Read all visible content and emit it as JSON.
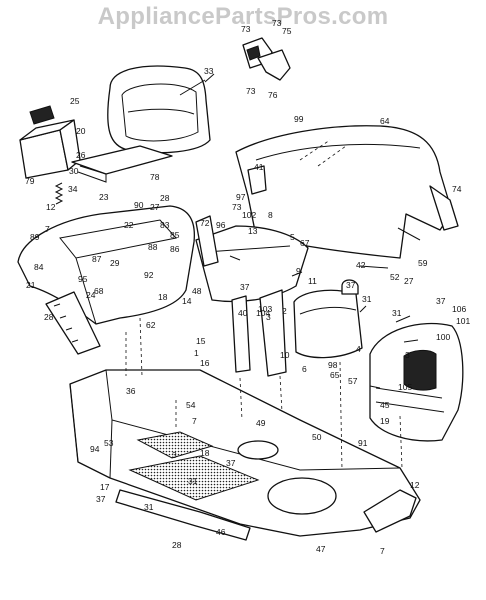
{
  "watermark": "AppliancePartsPros.com",
  "callouts": [
    "73",
    "73",
    "75",
    "73",
    "76",
    "33",
    "25",
    "20",
    "26",
    "30",
    "78",
    "79",
    "34",
    "12",
    "28",
    "7",
    "23",
    "27",
    "22",
    "89",
    "85",
    "86",
    "88",
    "90",
    "83",
    "84",
    "87",
    "29",
    "92",
    "95",
    "68",
    "24",
    "21",
    "28",
    "18",
    "14",
    "62",
    "48",
    "99",
    "64",
    "41",
    "74",
    "97",
    "73",
    "102",
    "8",
    "13",
    "72",
    "96",
    "5",
    "67",
    "9",
    "11",
    "37",
    "31",
    "37",
    "103",
    "3",
    "40",
    "104",
    "2",
    "15",
    "1",
    "16",
    "10",
    "6",
    "4",
    "98",
    "65",
    "57",
    "42",
    "52",
    "59",
    "27",
    "37",
    "31",
    "106",
    "101",
    "3",
    "100",
    "105",
    "45",
    "19",
    "91",
    "36",
    "54",
    "7",
    "49",
    "50",
    "53",
    "94",
    "3",
    "18",
    "37",
    "31",
    "17",
    "37",
    "31",
    "46",
    "28",
    "12",
    "47",
    "7"
  ]
}
